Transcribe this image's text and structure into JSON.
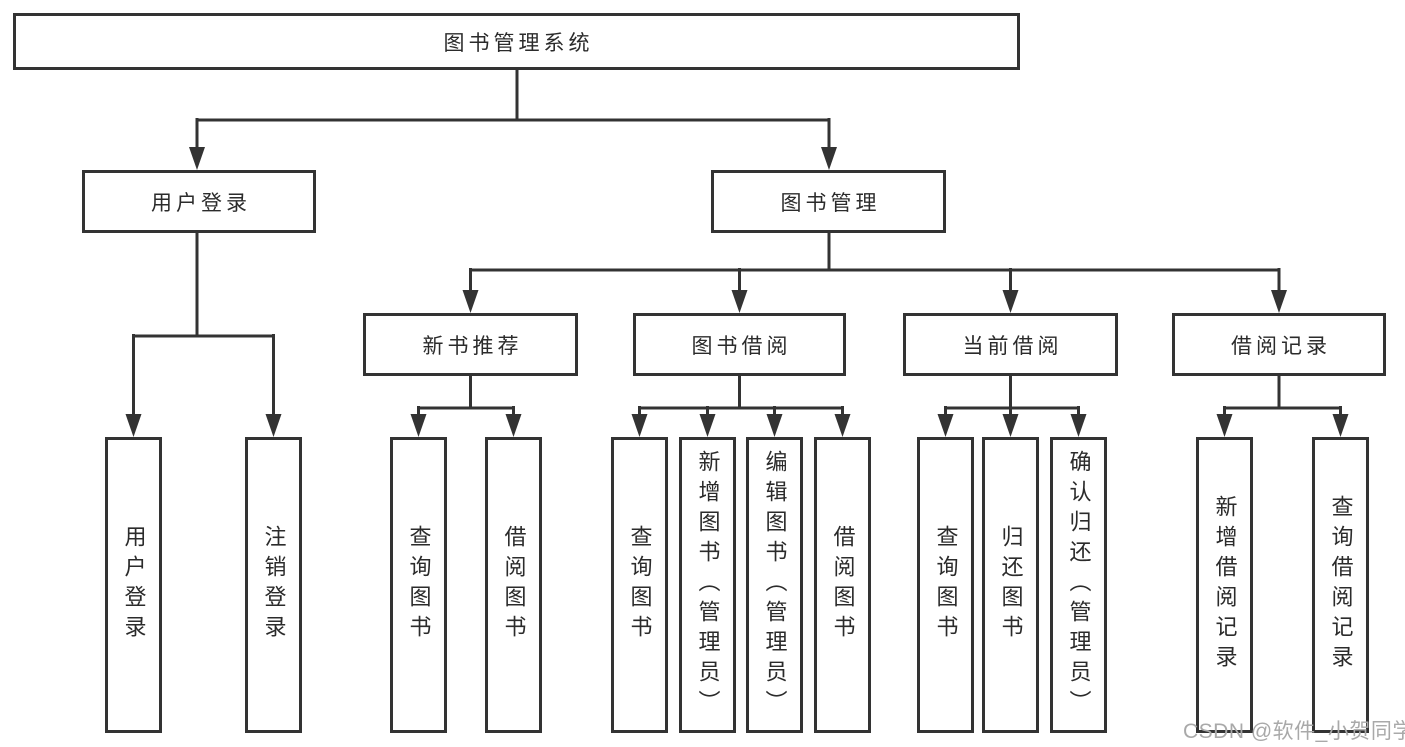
{
  "diagram": {
    "type": "tree",
    "colors": {
      "line": "#333333",
      "box_border": "#333333",
      "text": "#2b2b2b",
      "background": "#ffffff",
      "watermark": "#a9a9a9"
    },
    "tree": {
      "label": "图书管理系统",
      "children": [
        {
          "label": "用户登录",
          "children": [
            {
              "label": "用户登录"
            },
            {
              "label": "注销登录"
            }
          ]
        },
        {
          "label": "图书管理",
          "children": [
            {
              "label": "新书推荐",
              "children": [
                {
                  "label": "查询图书"
                },
                {
                  "label": "借阅图书"
                }
              ]
            },
            {
              "label": "图书借阅",
              "children": [
                {
                  "label": "查询图书"
                },
                {
                  "label": "新增图书（管理员）"
                },
                {
                  "label": "编辑图书（管理员）"
                },
                {
                  "label": "借阅图书"
                }
              ]
            },
            {
              "label": "当前借阅",
              "children": [
                {
                  "label": "查询图书"
                },
                {
                  "label": "归还图书"
                },
                {
                  "label": "确认归还（管理员）"
                }
              ]
            },
            {
              "label": "借阅记录",
              "children": [
                {
                  "label": "新增借阅记录"
                },
                {
                  "label": "查询借阅记录"
                }
              ]
            }
          ]
        }
      ]
    },
    "watermark": {
      "text": "CSDN @软件_小贺同学"
    }
  }
}
